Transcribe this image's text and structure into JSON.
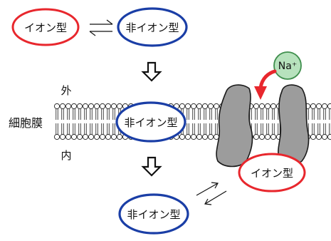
{
  "labels": {
    "ionic_form": "イオン型",
    "nonionic_form": "非イオン型",
    "outside": "外",
    "inside": "内",
    "cell_membrane": "細胞膜",
    "sodium_ion": "Na⁺"
  },
  "colors": {
    "ionic_ring": "#e8272d",
    "nonionic_ring": "#1a3ea6",
    "channel_fill": "#9c9c9c",
    "channel_stroke": "#1a1a1a",
    "membrane_stroke": "#333333",
    "sodium_fill": "#b7e2bd",
    "sodium_stroke": "#3f8f4d",
    "influx_arrow": "#e8272d",
    "arrow_stroke": "#111111"
  }
}
